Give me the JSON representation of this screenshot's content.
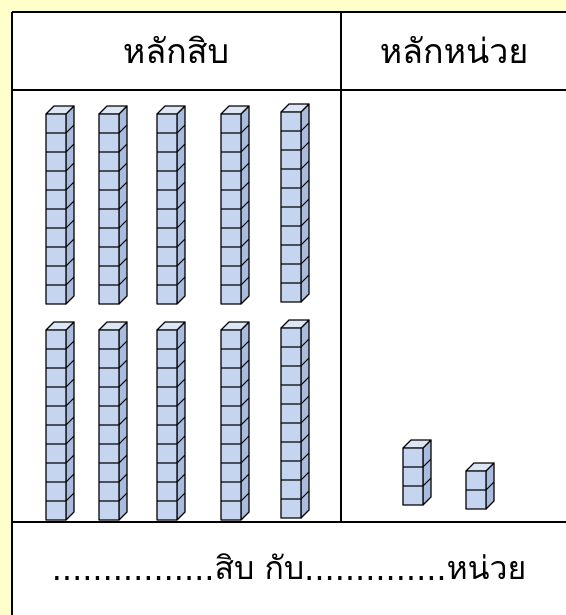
{
  "table": {
    "header_tens": "หลักสิบ",
    "header_ones": "หลักหน่วย"
  },
  "blocks": {
    "tens_rods": 10,
    "unit_stacks": [
      3,
      2
    ],
    "cubes_per_rod": 10,
    "cube_fill": "#C6D5EF",
    "cube_stroke": "#000000"
  },
  "answer": {
    "blank_tens": "................",
    "label_tens": "สิบ",
    "connector": "กับ",
    "blank_ones": "..............",
    "label_ones": "หน่วย"
  },
  "colors": {
    "background": "#FFFFCC",
    "table_bg": "#FFFFFF",
    "border": "#000000"
  }
}
